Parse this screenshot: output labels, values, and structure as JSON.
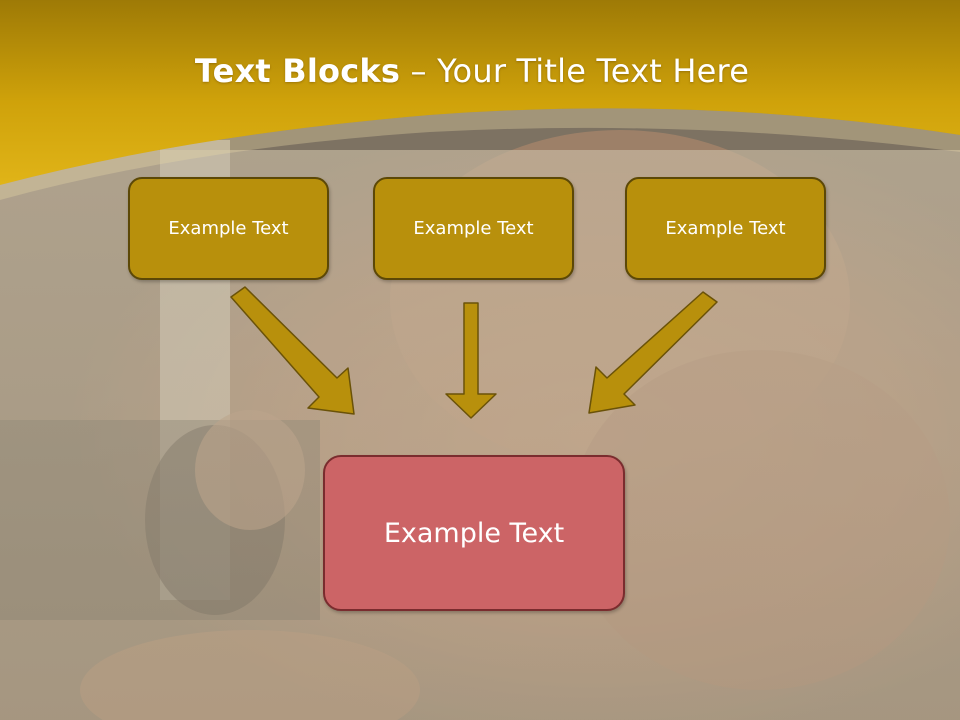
{
  "slide": {
    "title_bold": "Text Blocks",
    "title_dash": " – ",
    "title_rest": "Your Title Text Here"
  },
  "blocks": [
    {
      "label": "Example Text"
    },
    {
      "label": "Example Text"
    },
    {
      "label": "Example Text"
    }
  ],
  "result": {
    "label": "Example Text"
  },
  "colors": {
    "header_gold": "#c9a00a",
    "block_fill": "#b8900c",
    "block_border": "#5c4806",
    "arrow_fill": "#b8900c",
    "result_fill": "#cc6466",
    "result_border": "#7a2c2e",
    "text": "#ffffff"
  }
}
